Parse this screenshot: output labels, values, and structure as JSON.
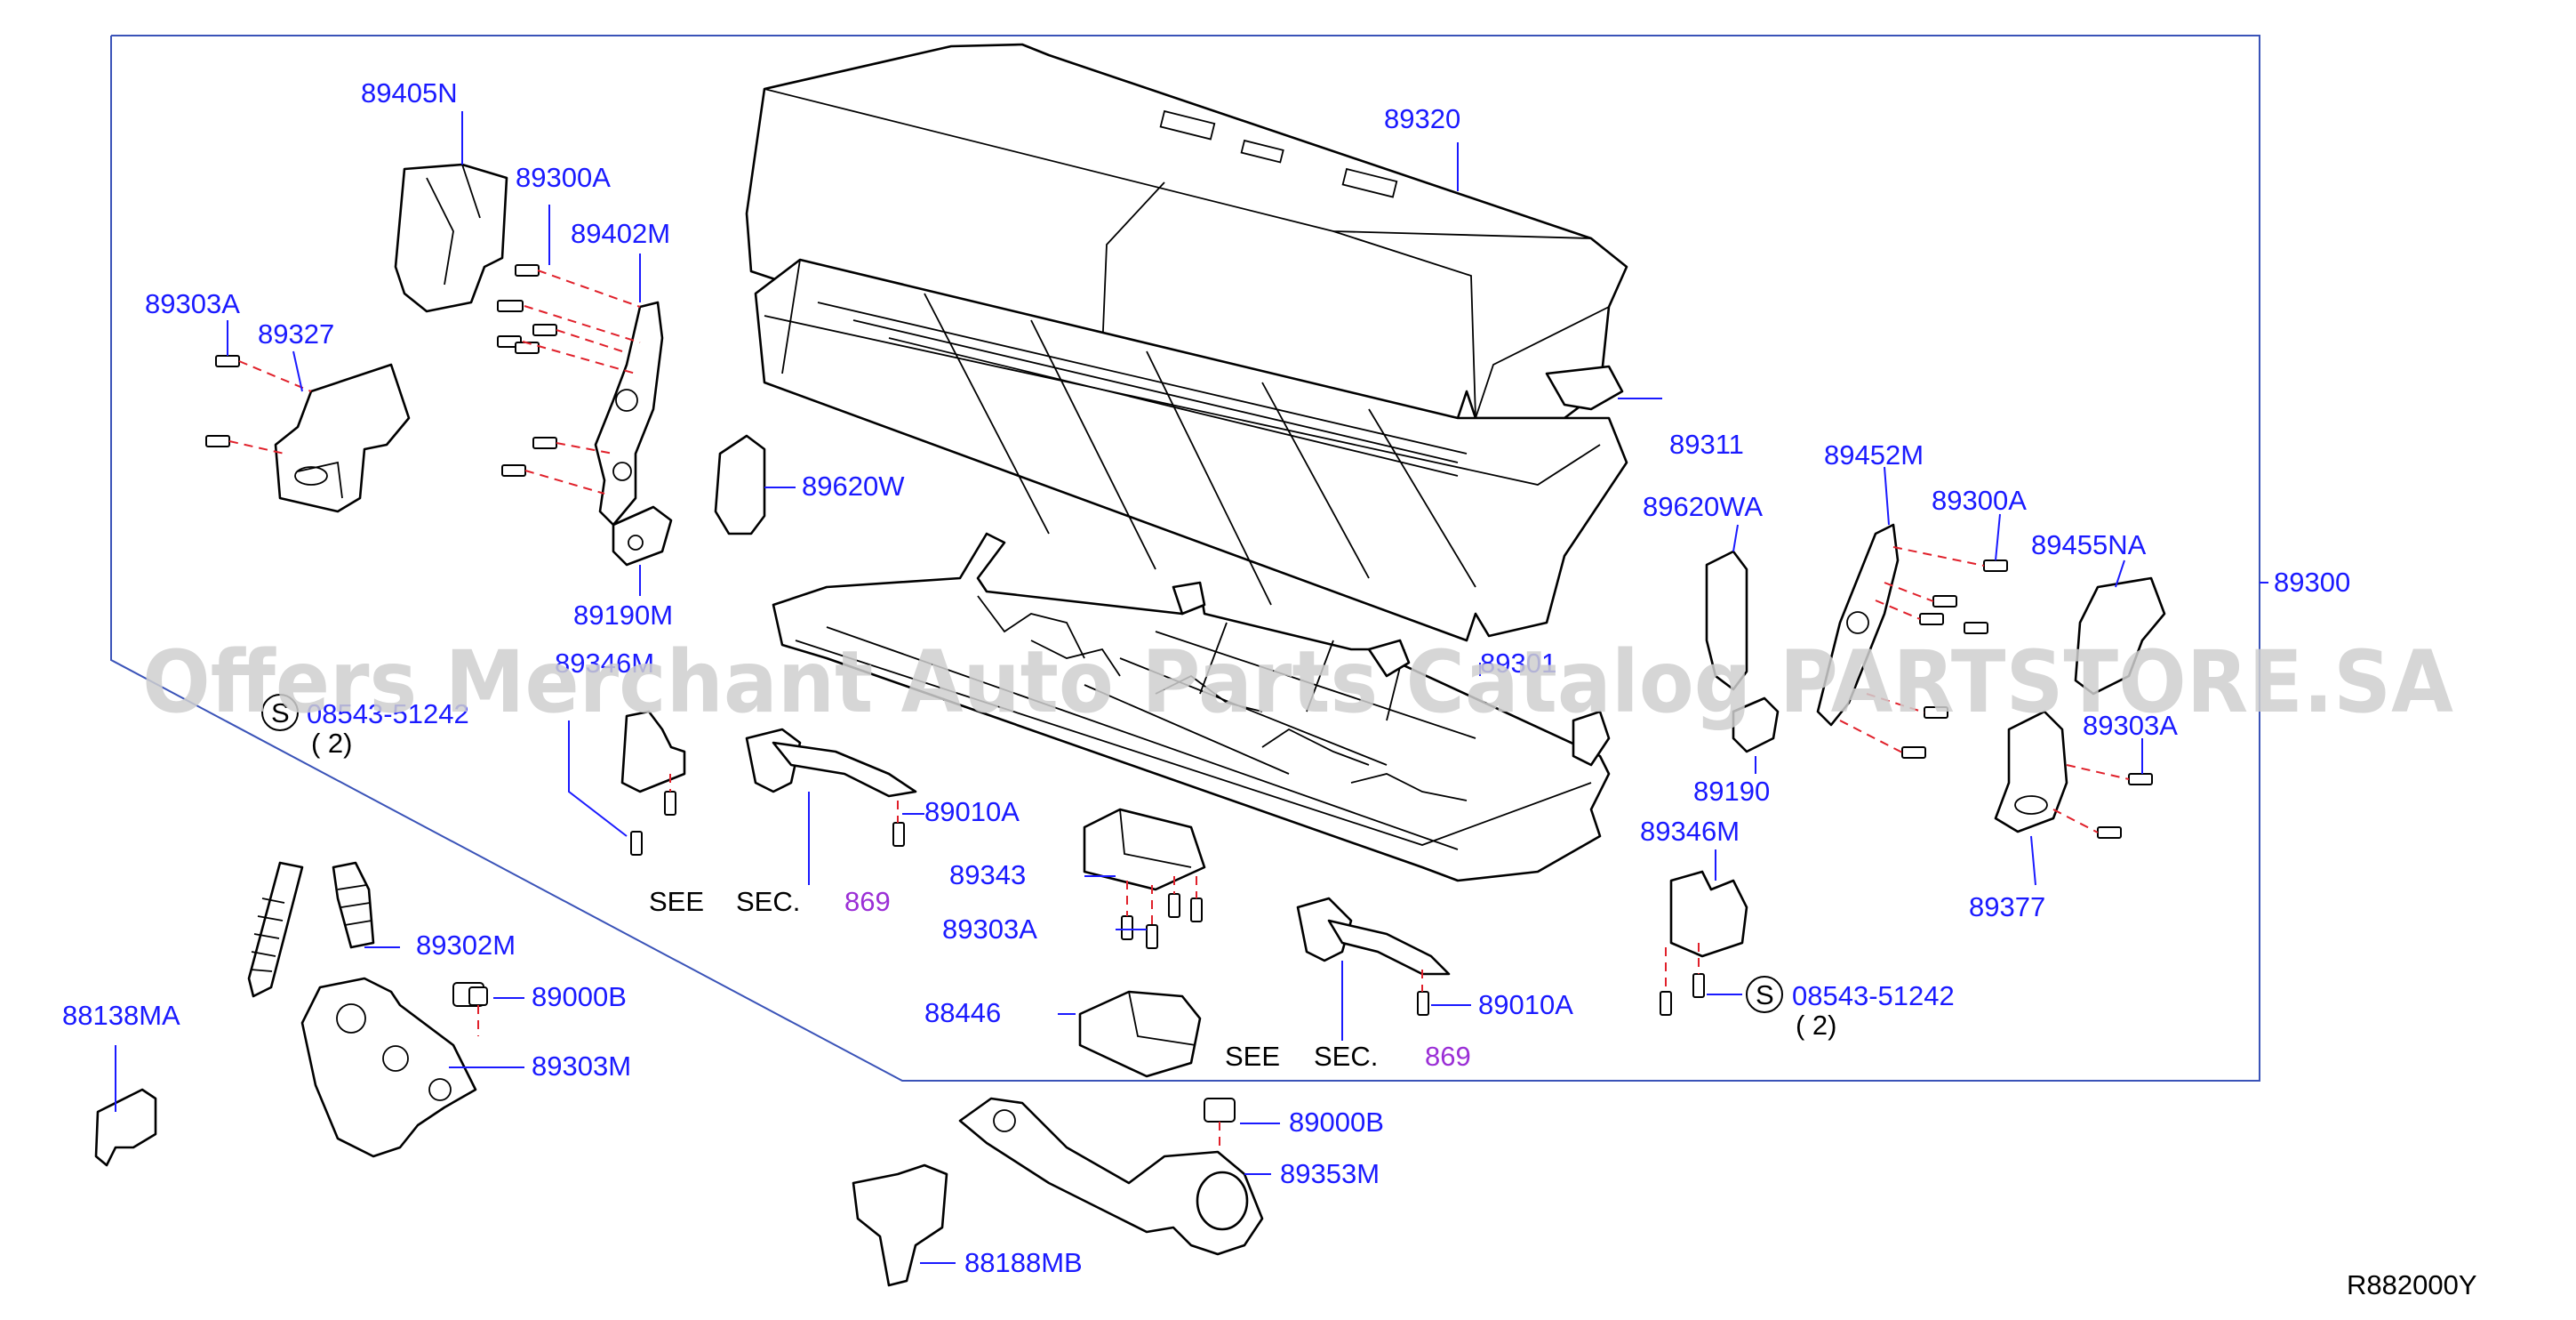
{
  "diagram": {
    "labels": {
      "p89405N": "89405N",
      "p89300A_1": "89300A",
      "p89402M": "89402M",
      "p89303A_1": "89303A",
      "p89327": "89327",
      "p89320": "89320",
      "p89311": "89311",
      "p89620W": "89620W",
      "p89190M": "89190M",
      "p89346M_1": "89346M",
      "p89301": "89301",
      "p08543_1": "08543-51242",
      "qty_1": "( 2)",
      "p89010A_1": "89010A",
      "see_1": "SEE",
      "sec_1": "SEC.",
      "ref869_1": "869",
      "p89343": "89343",
      "p89303A_2": "89303A",
      "p89302M": "89302M",
      "p89000B_1": "89000B",
      "p88138MA": "88138MA",
      "p89303M": "89303M",
      "p88446": "88446",
      "see_2": "SEE",
      "sec_2": "SEC.",
      "ref869_2": "869",
      "p89010A_2": "89010A",
      "p89620WA": "89620WA",
      "p89190": "89190",
      "p89346M_2": "89346M",
      "p08543_2": "08543-51242",
      "qty_2": "( 2)",
      "p89452M": "89452M",
      "p89300A_2": "89300A",
      "p89455NA": "89455NA",
      "p89303A_3": "89303A",
      "p89377": "89377",
      "p89300": "89300",
      "p89000B_2": "89000B",
      "p89353M": "89353M",
      "p88188MB": "88188MB",
      "diagram_code": "R882000Y",
      "s_symbol": "S"
    },
    "watermark": "Offers Merchant Auto Parts Catalog PARTSTORE.SA",
    "colors": {
      "label": "#1a1aff",
      "reference": "#9b2fd6",
      "dashed_leader": "#e0202a",
      "frame": "#3a53b8",
      "watermark": "#cfcfcf"
    }
  }
}
